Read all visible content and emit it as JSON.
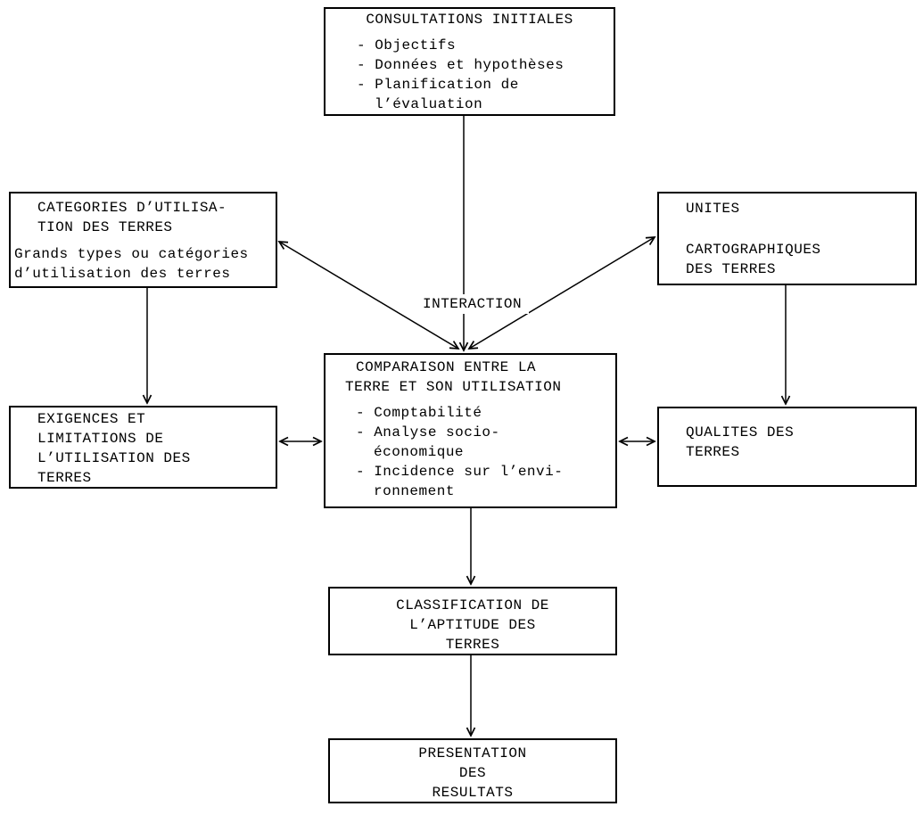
{
  "diagram": {
    "boxes": {
      "consultations": {
        "title": "CONSULTATIONS INITIALES",
        "items": [
          "- Objectifs",
          "- Données et hypothèses",
          "- Planification de",
          "l’évaluation"
        ]
      },
      "categories": {
        "lines": [
          "CATEGORIES D’UTILISA-",
          "TION DES TERRES",
          "Grands types ou catégories",
          "d’utilisation des terres"
        ]
      },
      "unites": {
        "lines": [
          "UNITES",
          "CARTOGRAPHIQUES",
          "DES TERRES"
        ]
      },
      "comparaison": {
        "title_lines": [
          "COMPARAISON ENTRE LA",
          "TERRE ET SON UTILISATION"
        ],
        "items": [
          "- Comptabilité",
          "- Analyse socio-",
          "économique",
          "- Incidence sur l’envi-",
          "ronnement"
        ]
      },
      "exigences": {
        "lines": [
          "EXIGENCES ET",
          "LIMITATIONS DE",
          "L’UTILISATION DES",
          "TERRES"
        ]
      },
      "qualites": {
        "lines": [
          "QUALITES DES",
          "TERRES"
        ]
      },
      "classification": {
        "lines": [
          "CLASSIFICATION DE",
          "L’APTITUDE DES",
          "TERRES"
        ]
      },
      "presentation": {
        "lines": [
          "PRESENTATION",
          "DES",
          "RESULTATS"
        ]
      }
    },
    "labels": {
      "interaction": "INTERACTION"
    },
    "colors": {
      "ink": "#000000",
      "background": "#ffffff"
    }
  }
}
